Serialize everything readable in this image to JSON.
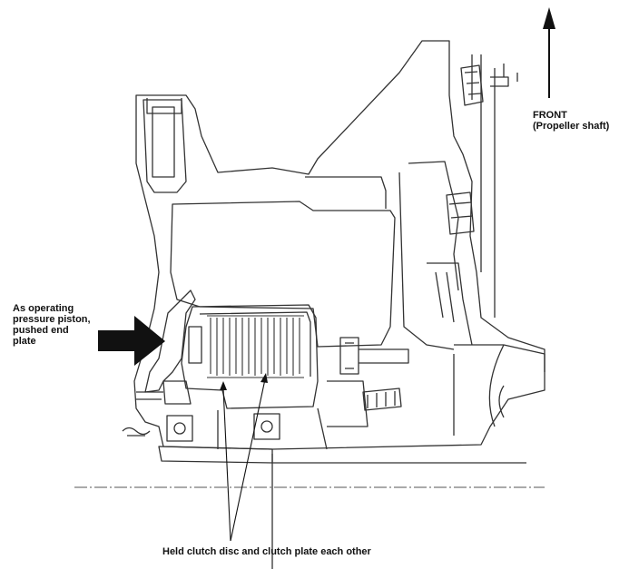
{
  "labels": {
    "front": {
      "line1": "FRONT",
      "line2": "(Propeller shaft)"
    },
    "piston": {
      "line1": "As operating",
      "line2": "pressure piston,",
      "line3": "pushed end",
      "line4": "plate"
    },
    "clutch": "Held clutch disc and clutch plate each other"
  },
  "colors": {
    "line": "#333333",
    "arrow": "#111111",
    "background": "#ffffff"
  }
}
